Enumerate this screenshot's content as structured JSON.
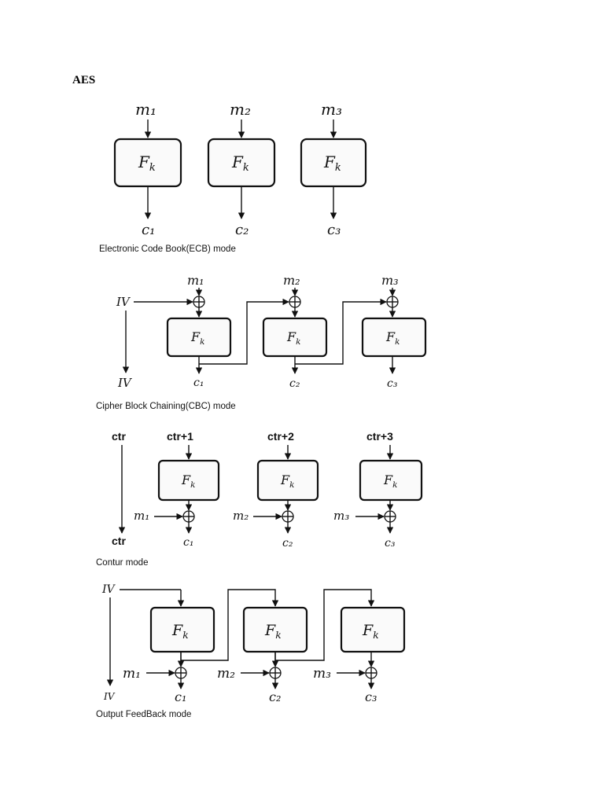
{
  "page_title": "AES",
  "ecb": {
    "inputs": [
      "m₁",
      "m₂",
      "m₃"
    ],
    "block_label": "Fk",
    "outputs": [
      "c₁",
      "c₂",
      "c₃"
    ],
    "caption": "Electronic Code Book(ECB) mode"
  },
  "cbc": {
    "iv_label": "IV",
    "iv_bottom": "IV",
    "inputs": [
      "m₁",
      "m₂",
      "m₃"
    ],
    "block_label": "Fk",
    "outputs": [
      "c₁",
      "c₂",
      "c₃"
    ],
    "caption": "Cipher Block Chaining(CBC) mode"
  },
  "ctr": {
    "ctr_label": "ctr",
    "ctr_bottom": "ctr",
    "counters": [
      "ctr+1",
      "ctr+2",
      "ctr+3"
    ],
    "block_label": "Fk",
    "messages": [
      "m₁",
      "m₂",
      "m₃"
    ],
    "outputs": [
      "c₁",
      "c₂",
      "c₃"
    ],
    "caption": "Contur mode"
  },
  "ofb": {
    "iv_label": "IV",
    "iv_bottom": "IV",
    "block_label": "Fk",
    "messages": [
      "m₁",
      "m₂",
      "m₃"
    ],
    "outputs": [
      "c₁",
      "c₂",
      "c₃"
    ],
    "caption": "Output FeedBack mode"
  },
  "colors": {
    "ink": "#111111",
    "block_fill": "#fafafa",
    "background": "#ffffff"
  }
}
